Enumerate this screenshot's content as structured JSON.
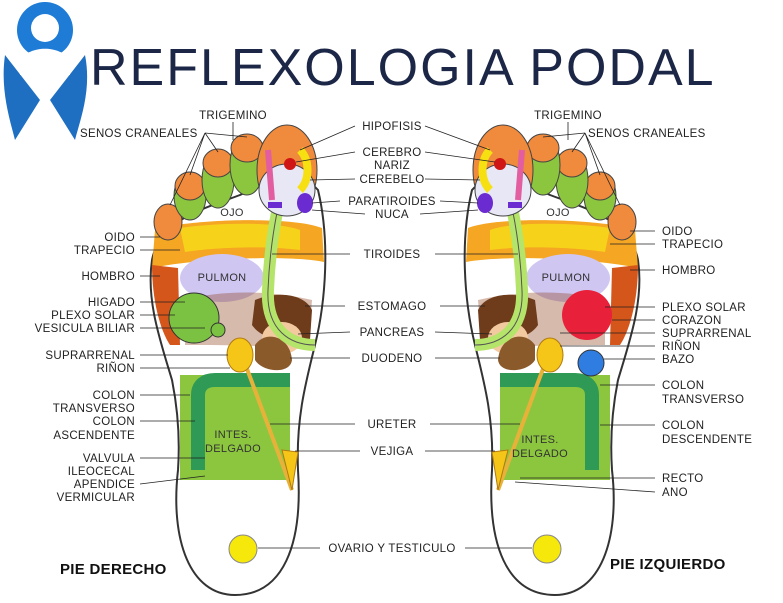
{
  "title": "REFLEXOLOGIA PODAL",
  "colors": {
    "toe": "#f08a3c",
    "green": "#8cc63f",
    "darkgreen": "#2e9a55",
    "yellow": "#f7d21a",
    "orange": "#f5a623",
    "lung": "#cfc6f2",
    "shoulder": "#d4561a",
    "brown": "#6e3b1b",
    "heel": "#ffffff",
    "ovary": "#f6e80a",
    "title": "#1c2747"
  },
  "center_labels": [
    "HIPOFISIS",
    "CEREBRO",
    "NARIZ",
    "CEREBELO",
    "PARATIROIDES",
    "NUCA",
    "TIROIDES",
    "ESTOMAGO",
    "PANCREAS",
    "DUODENO",
    "URETER",
    "VEJIGA",
    "OVARIO Y TESTICULO"
  ],
  "left_labels": [
    "TRIGEMINO",
    "SENOS CRANEALES",
    "OIDO",
    "TRAPECIO",
    "HOMBRO",
    "HIGADO",
    "PLEXO SOLAR",
    "VESICULA BILIAR",
    "SUPRARRENAL",
    "RIÑON",
    "COLON",
    "TRANSVERSO",
    "COLON",
    "ASCENDENTE",
    "VALVULA",
    "ILEOCECAL",
    "APENDICE",
    "VERMICULAR"
  ],
  "right_labels": [
    "TRIGEMINO",
    "SENOS CRANEALES",
    "OIDO",
    "TRAPECIO",
    "HOMBRO",
    "PLEXO SOLAR",
    "CORAZON",
    "SUPRARRENAL",
    "RIÑON",
    "BAZO",
    "COLON",
    "TRANSVERSO",
    "COLON",
    "DESCENDENTE",
    "RECTO",
    "ANO"
  ],
  "foot_labels": {
    "eye": "OJO",
    "lung": "PULMON",
    "intestine_1": "INTES.",
    "intestine_2": "DELGADO"
  },
  "captions": {
    "left": "PIE DERECHO",
    "right": "PIE IZQUIERDO"
  },
  "logo_icon": "winged-figure-logo"
}
